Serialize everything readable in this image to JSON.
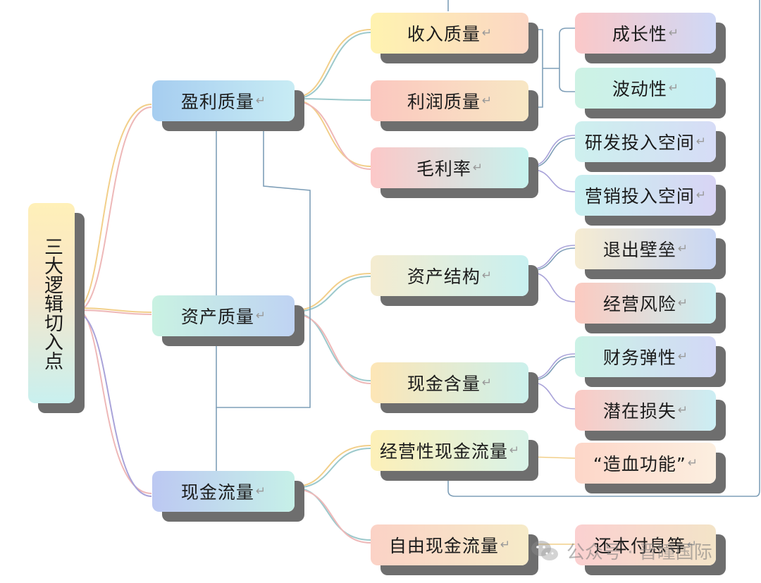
{
  "diagram": {
    "root": {
      "label": "三大逻辑切入点"
    },
    "level1": [
      {
        "id": "profit",
        "label": "盈利质量",
        "children": [
          "income",
          "profitq",
          "gross"
        ]
      },
      {
        "id": "asset",
        "label": "资产质量",
        "children": [
          "struct",
          "cashcontent"
        ]
      },
      {
        "id": "cash",
        "label": "现金流量",
        "children": [
          "opcash",
          "freecash"
        ]
      }
    ],
    "level2": [
      {
        "id": "income",
        "label": "收入质量"
      },
      {
        "id": "profitq",
        "label": "利润质量"
      },
      {
        "id": "gross",
        "label": "毛利率"
      },
      {
        "id": "struct",
        "label": "资产结构"
      },
      {
        "id": "cashcontent",
        "label": "现金含量"
      },
      {
        "id": "opcash",
        "label": "经营性现金流量"
      },
      {
        "id": "freecash",
        "label": "自由现金流量"
      }
    ],
    "level3": [
      {
        "id": "growth",
        "label": "成长性",
        "parent": "income+profitq"
      },
      {
        "id": "volatility",
        "label": "波动性",
        "parent": "income+profitq"
      },
      {
        "id": "rnd",
        "label": "研发投入空间",
        "parent": "gross"
      },
      {
        "id": "marketing",
        "label": "营销投入空间",
        "parent": "gross"
      },
      {
        "id": "exit",
        "label": "退出壁垒",
        "parent": "struct"
      },
      {
        "id": "oprisk",
        "label": "经营风险",
        "parent": "struct"
      },
      {
        "id": "flex",
        "label": "财务弹性",
        "parent": "cashcontent"
      },
      {
        "id": "loss",
        "label": "潜在损失",
        "parent": "cashcontent"
      },
      {
        "id": "blood",
        "label": "“造血功能”",
        "parent": "opcash"
      },
      {
        "id": "repay",
        "label": "还本付息等",
        "parent": "freecash"
      }
    ],
    "return_mark": "↵",
    "colors": {
      "shadow": "#6e6e6e",
      "link_gold": "#f2cf8a",
      "link_rose": "#eeb8b8",
      "link_teal": "#9cc9cc",
      "link_slate": "#7f9fb8",
      "link_violet": "#a9a3d9"
    }
  },
  "watermark": {
    "text": "公众号 · 晋瞳国际"
  }
}
